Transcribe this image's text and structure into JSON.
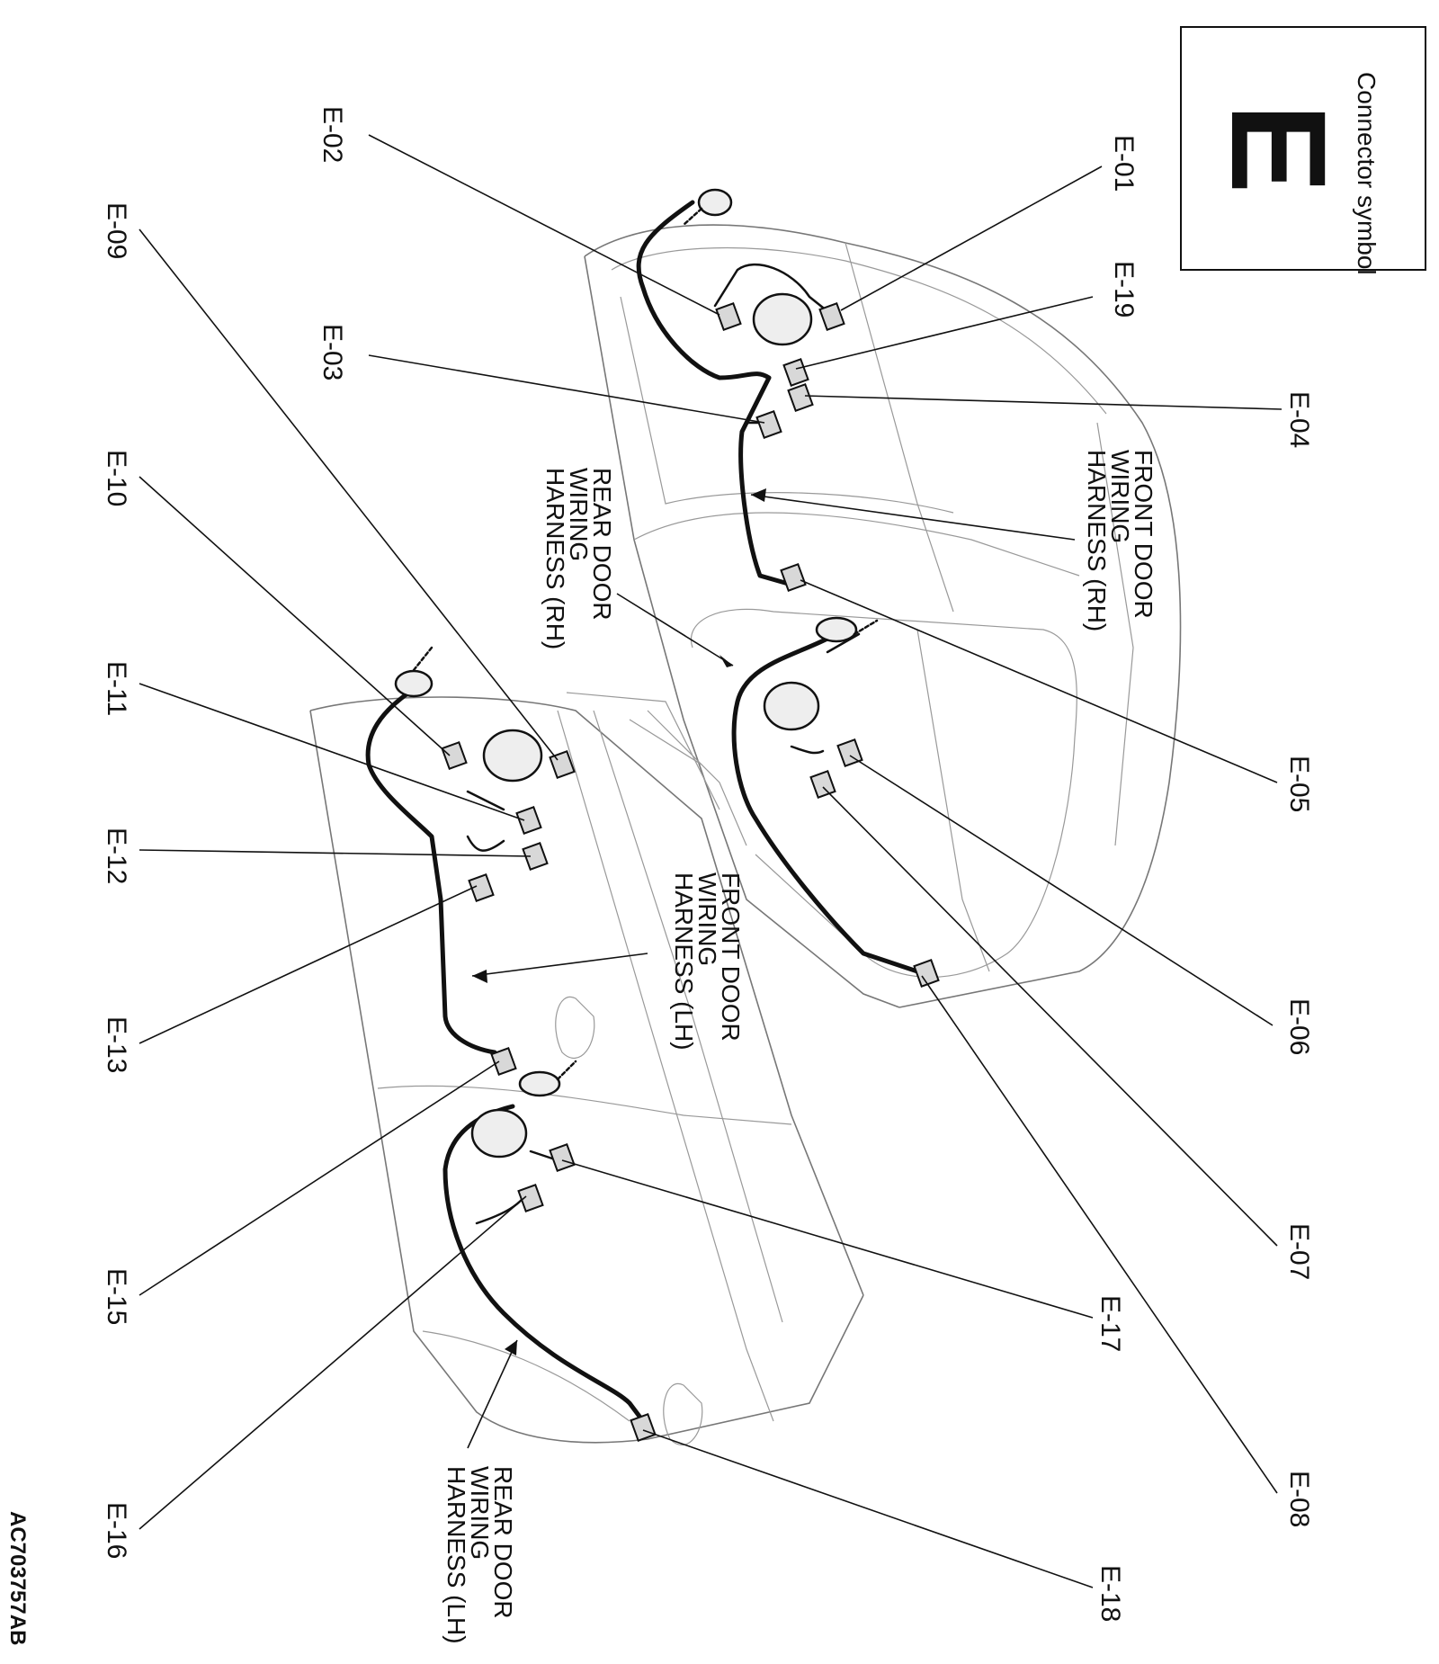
{
  "legend": {
    "title": "Connector symbol",
    "symbol": "E"
  },
  "figure_code": "AC703757AB",
  "connectors": {
    "e01": "E-01",
    "e02": "E-02",
    "e03": "E-03",
    "e04": "E-04",
    "e05": "E-05",
    "e06": "E-06",
    "e07": "E-07",
    "e08": "E-08",
    "e09": "E-09",
    "e10": "E-10",
    "e11": "E-11",
    "e12": "E-12",
    "e13": "E-13",
    "e15": "E-15",
    "e16": "E-16",
    "e17": "E-17",
    "e18": "E-18",
    "e19": "E-19"
  },
  "harnesses": {
    "front_rh": [
      "FRONT DOOR",
      "WIRING",
      "HARNESS (RH)"
    ],
    "rear_rh": [
      "REAR DOOR",
      "WIRING",
      "HARNESS (RH)"
    ],
    "front_lh": [
      "FRONT DOOR",
      "WIRING",
      "HARNESS (LH)"
    ],
    "rear_lh": [
      "REAR DOOR",
      "WIRING",
      "HARNESS (LH)"
    ]
  }
}
